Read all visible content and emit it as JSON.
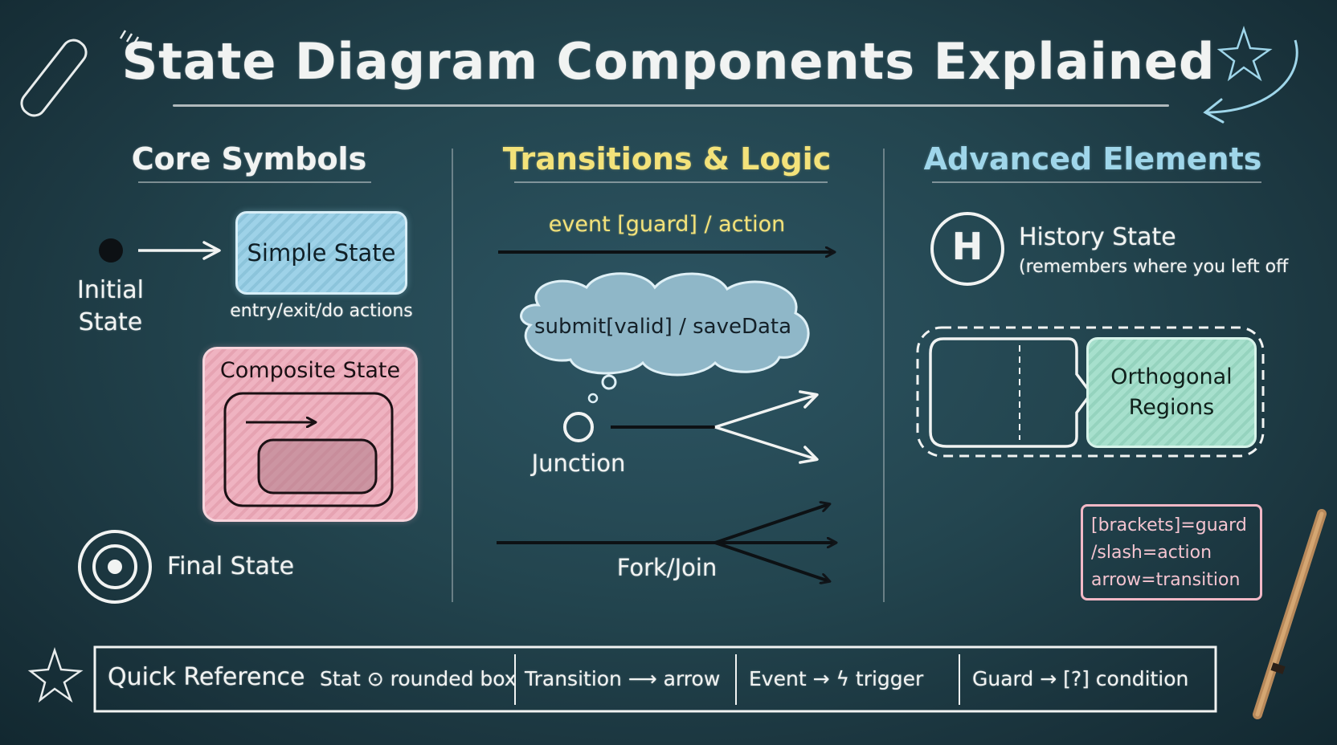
{
  "title": "State Diagram Components Explained",
  "columns": {
    "core": {
      "heading": "Core Symbols",
      "initial_state": "Initial\nState",
      "simple_state": "Simple State",
      "simple_state_note": "entry/exit/do actions",
      "composite_state": "Composite State",
      "final_state": "Final State"
    },
    "transitions": {
      "heading": "Transitions & Logic",
      "event_label": "event [guard] / action",
      "cloud_label": "submit[valid] / saveData",
      "junction": "Junction",
      "fork_join": "Fork/Join"
    },
    "advanced": {
      "heading": "Advanced Elements",
      "history_symbol": "H",
      "history_state": "History State",
      "history_note": "(remembers where you left off",
      "orthogonal": "Orthogonal\nRegions",
      "legend": [
        "[brackets]=guard",
        "/slash=action",
        "arrow=transition"
      ]
    }
  },
  "quick_reference": {
    "label": "Quick Reference",
    "items": [
      "Stat ⊙ rounded box",
      "Transition ⟶ arrow",
      "Event → ϟ trigger",
      "Guard → [?] condition"
    ]
  },
  "colors": {
    "board": "#23454f",
    "chalk": "#f1f3f2",
    "yellow_heading": "#f3e27a",
    "blue_heading": "#9fd6ea",
    "blue_box": "#9ed2e8",
    "pink_box": "#efb3c1",
    "green_box": "#a7e0cd",
    "pink_border": "#f2b8c6"
  },
  "icons": [
    "chalk-stick-icon",
    "star-icon",
    "curved-arrow-icon",
    "chalk-pencil-icon",
    "lightning-icon"
  ]
}
